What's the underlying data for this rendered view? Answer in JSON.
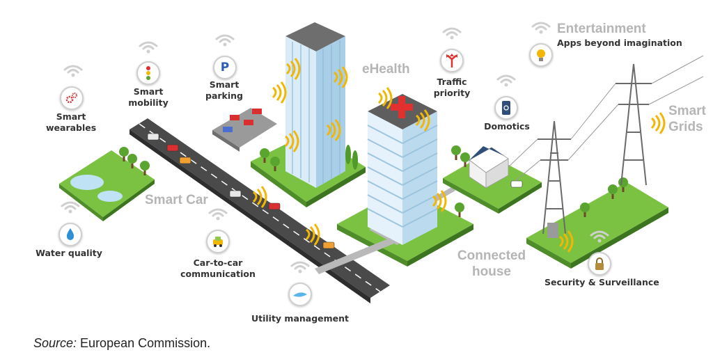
{
  "labels": {
    "smart_wearables": [
      "Smart",
      "wearables"
    ],
    "smart_mobility": [
      "Smart",
      "mobility"
    ],
    "smart_parking": [
      "Smart",
      "parking"
    ],
    "water_quality": "Water quality",
    "car_to_car": [
      "Car-to-car",
      "communication"
    ],
    "utility_management": "Utility management",
    "traffic_priority": [
      "Traffic",
      "priority"
    ],
    "domotics": "Domotics",
    "apps": "Apps beyond imagination",
    "security": "Security & Surveillance"
  },
  "headings": {
    "entertainment": "Entertainment",
    "ehealth": "eHealth",
    "smart_car": "Smart Car",
    "smart_grids": [
      "Smart",
      "Grids"
    ],
    "connected_house": [
      "Connected",
      "house"
    ]
  },
  "icons": {
    "parking_letter": "P"
  },
  "caption": {
    "source_label": "Source:",
    "source_text": " European Commission."
  },
  "colors": {
    "grass": "#7cc242",
    "grass_dark": "#4f8c2a",
    "road": "#4a4a4a",
    "building": "#cfe6f7",
    "signal": "#f2b705",
    "cross": "#e03030",
    "heading_gray": "#b5b5b5"
  }
}
